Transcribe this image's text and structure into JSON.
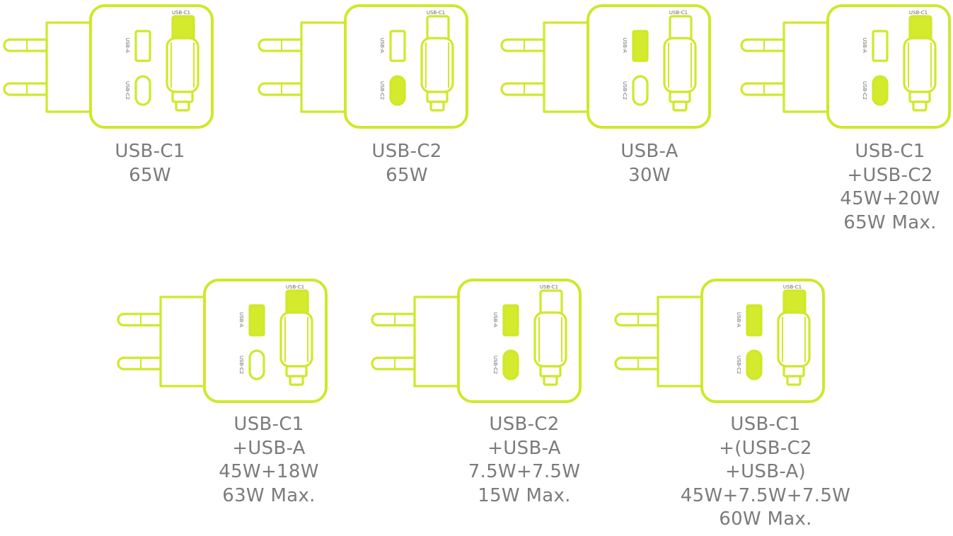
{
  "colors": {
    "accent": "#d4ea2c",
    "outline": "#cfe82a",
    "text": "#7b7b7b",
    "label": "#6a6a6a"
  },
  "port_labels": {
    "usb_c1": "USB-C1",
    "usb_a": "USB-A",
    "usb_c2": "USB-C2"
  },
  "configs": [
    {
      "active": [
        "c1"
      ],
      "caption": [
        "USB-C1",
        "65W"
      ]
    },
    {
      "active": [
        "c2"
      ],
      "caption": [
        "USB-C2",
        "65W"
      ]
    },
    {
      "active": [
        "a"
      ],
      "caption": [
        "USB-A",
        "30W"
      ]
    },
    {
      "active": [
        "c1",
        "c2"
      ],
      "caption": [
        "USB-C1",
        "+USB-C2",
        "45W+20W",
        "65W Max."
      ]
    },
    {
      "active": [
        "c1",
        "a"
      ],
      "caption": [
        "USB-C1",
        "+USB-A",
        "45W+18W",
        "63W Max."
      ]
    },
    {
      "active": [
        "c2",
        "a"
      ],
      "caption": [
        "USB-C2",
        "+USB-A",
        "7.5W+7.5W",
        "15W Max."
      ]
    },
    {
      "active": [
        "c1",
        "c2",
        "a"
      ],
      "caption": [
        "USB-C1",
        "+(USB-C2",
        "+USB-A)",
        "45W+7.5W+7.5W",
        "60W Max."
      ]
    }
  ]
}
